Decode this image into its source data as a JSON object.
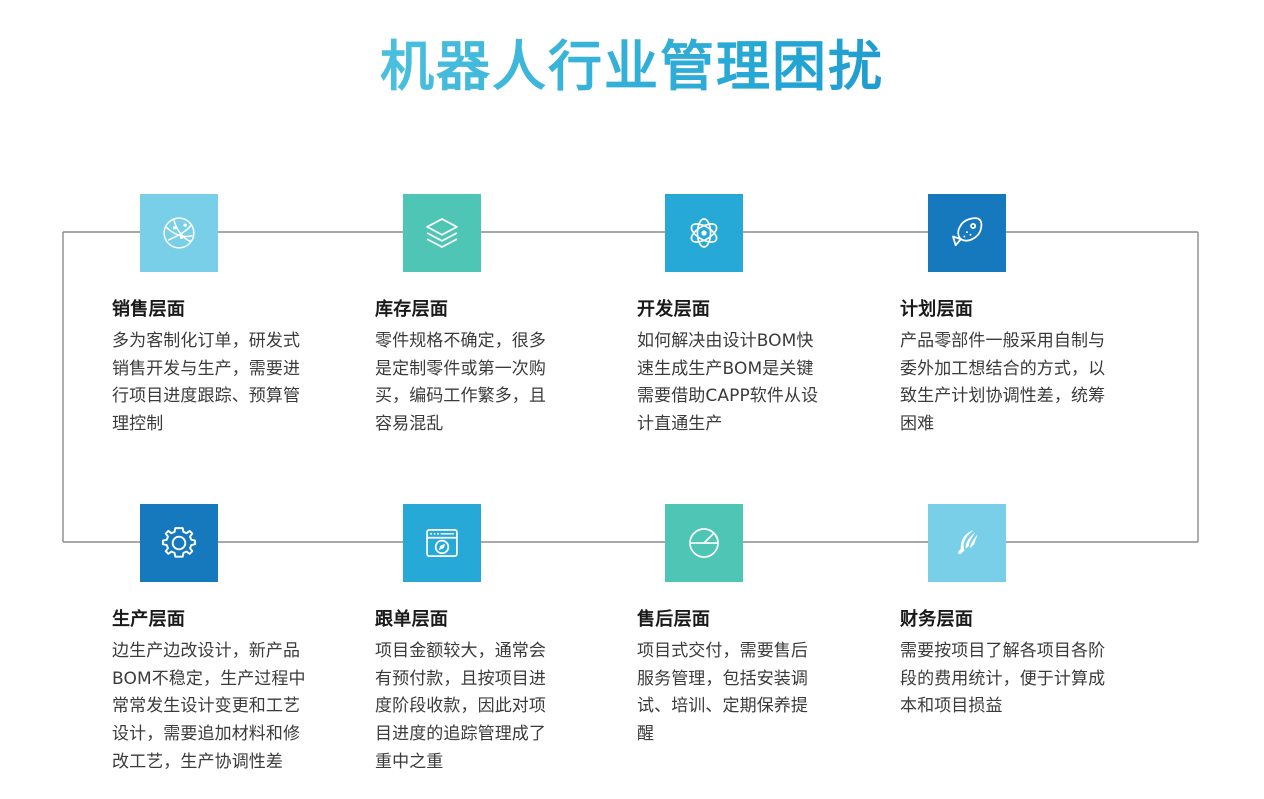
{
  "header": {
    "title": "机器人行业管理困扰",
    "title_gradient_from": "#6ecfe6",
    "title_gradient_to": "#1478bd"
  },
  "theme": {
    "background": "#ffffff",
    "connector_line": "#8c8c8c",
    "title_color": "#1a1a1a",
    "body_color": "#3b3b3b",
    "tile_light_blue": "#79cfe8",
    "tile_teal": "#4ec5b5",
    "tile_mid_blue": "#27a9d8",
    "tile_dark_blue": "#1679bd"
  },
  "cards": [
    {
      "id": "sales",
      "row": "top",
      "column": 0,
      "icon": "globe-network-icon",
      "tile_color": "#79cfe8",
      "title": "销售层面",
      "body": "多为客制化订单，研发式\n销售开发与生产，需要进\n行项目进度跟踪、预算管\n理控制"
    },
    {
      "id": "inventory",
      "row": "top",
      "column": 1,
      "icon": "layers-stack-icon",
      "tile_color": "#4ec5b5",
      "title": "库存层面",
      "body": "零件规格不确定，很多\n是定制零件或第一次购\n买，编码工作繁多，且\n容易混乱"
    },
    {
      "id": "development",
      "row": "top",
      "column": 2,
      "icon": "atom-icon",
      "tile_color": "#27a9d8",
      "title": "开发层面",
      "body": "如何解决由设计BOM快\n速生成生产BOM是关键\n需要借助CAPP软件从设\n计直通生产"
    },
    {
      "id": "planning",
      "row": "top",
      "column": 3,
      "icon": "rocket-icon",
      "tile_color": "#1679bd",
      "title": "计划层面",
      "body": "产品零部件一般采用自制与\n委外加工想结合的方式，以\n致生产计划协调性差，统筹\n困难"
    },
    {
      "id": "production",
      "row": "bottom",
      "column": 0,
      "icon": "gear-icon",
      "tile_color": "#1679bd",
      "title": "生产层面",
      "body": "边生产边改设计，新产品\nBOM不稳定，生产过程中\n常常发生设计变更和工艺\n设计，需要追加材料和修\n改工艺，生产协调性差"
    },
    {
      "id": "order-tracking",
      "row": "bottom",
      "column": 1,
      "icon": "browser-compass-icon",
      "tile_color": "#27a9d8",
      "title": "跟单层面",
      "body": "项目金额较大，通常会\n有预付款，且按项目进\n度阶段收款，因此对项\n目进度的追踪管理成了\n重中之重"
    },
    {
      "id": "after-sales",
      "row": "bottom",
      "column": 2,
      "icon": "pie-chart-icon",
      "tile_color": "#4ec5b5",
      "title": "售后层面",
      "body": "项目式交付，需要售后\n服务管理，包括安装调\n试、培训、定期保养提\n醒"
    },
    {
      "id": "finance",
      "row": "bottom",
      "column": 3,
      "icon": "feather-icon",
      "tile_color": "#79cfe8",
      "title": "财务层面",
      "body": "需要按项目了解各项目各阶\n段的费用统计，便于计算成\n本和项目损益"
    }
  ]
}
